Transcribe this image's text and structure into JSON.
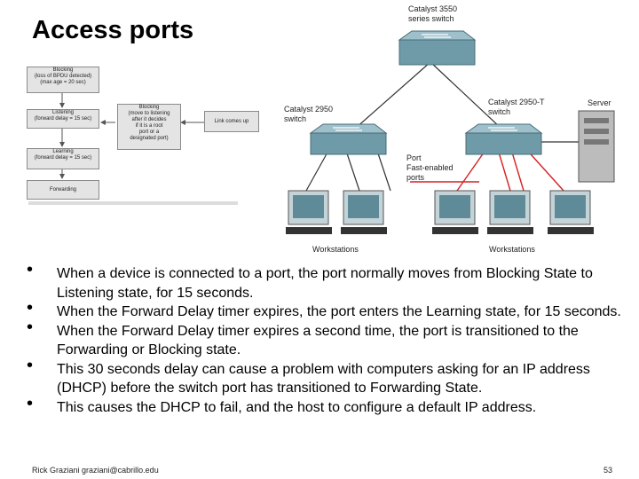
{
  "slide": {
    "title": "Access ports",
    "bullets": [
      "When a device is connected to a port, the port normally moves from Blocking State to Listening state, for 15 seconds.",
      "When the Forward Delay timer expires, the port enters the Learning state, for 15 seconds.",
      "When the Forward Delay timer expires a second time, the port is transitioned to the Forwarding or Blocking state.",
      "This 30 seconds delay can cause a problem with computers asking for an IP address (DHCP) before the switch port has transitioned to Forwarding State.",
      "This causes the DHCP to fail, and the host to configure a default IP address."
    ],
    "footer_author": "Rick Graziani  graziani@cabrillo.edu",
    "page_number": "53"
  },
  "state_diagram": {
    "blocking_top": "Blocking\n(loss of BPDU detected)\n(max age = 20 sec)",
    "listening": "Listening\n(forward delay = 15 sec)",
    "learning": "Learning\n(forward delay = 15 sec)",
    "forwarding": "Forwarding",
    "blocking_side": "Blocking\n(move to listening\nafter it decides\nif it is a root\nport or a\ndesignated port)",
    "link_up": "Link comes up"
  },
  "network": {
    "core_switch": "Catalyst 3550\nseries switch",
    "left_switch": "Catalyst 2950\nswitch",
    "right_switch": "Catalyst 2950-T\nswitch",
    "server": "Server",
    "port_label": "Port\nFast-enabled\nports",
    "workstations_left": "Workstations",
    "workstations_right": "Workstations",
    "colors": {
      "switch": "#6f9aa8",
      "red_link": "#d62020",
      "cable": "#333333"
    }
  }
}
